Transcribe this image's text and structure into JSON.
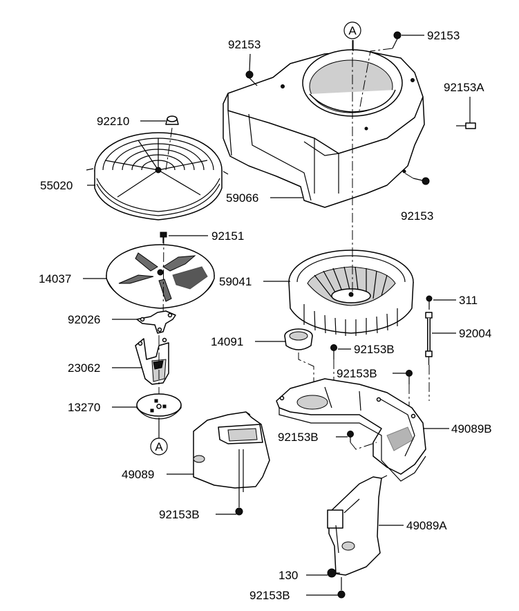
{
  "labels": {
    "cover_bolt_top_left": "92153",
    "cover_bolt_top_right": "92153",
    "cover_bolt_right_upper": "92153A",
    "cover_bolt_right_lower": "92153",
    "nut": "92210",
    "screen": "55020",
    "shroud": "59066",
    "screw_plate": "92151",
    "plate": "14037",
    "fan": "59041",
    "washer_plate": "92026",
    "bracket": "23062",
    "spacer": "13270",
    "collar": "14091",
    "bolt_mid": "92153B",
    "bolt_mid2": "92153B",
    "stud_nut": "311",
    "stud": "92004",
    "baffle_right": "49089B",
    "bolt_baffle_right": "92153B",
    "baffle_left": "49089",
    "bolt_baffle_left": "92153B",
    "baffle_lower": "49089A",
    "bolt_130": "130",
    "bolt_bottom": "92153B",
    "ref_a_top": "A",
    "ref_a_bottom": "A"
  }
}
